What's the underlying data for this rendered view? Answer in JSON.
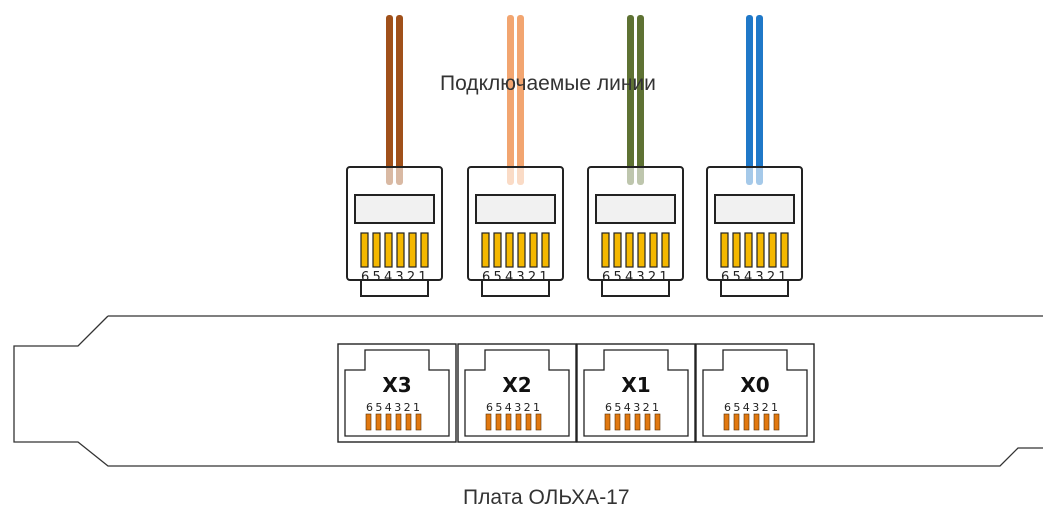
{
  "labels": {
    "lines_caption": "Подключаемые линии",
    "board_caption": "Плата ОЛЬХА-17"
  },
  "plugs": [
    {
      "color": "#a0501a",
      "pins": "654321"
    },
    {
      "color": "#f2a570",
      "pins": "654321"
    },
    {
      "color": "#5e7233",
      "pins": "654321"
    },
    {
      "color": "#1f78c8",
      "pins": "654321"
    }
  ],
  "jacks": [
    {
      "label": "X3",
      "pins": "654321"
    },
    {
      "label": "X2",
      "pins": "654321"
    },
    {
      "label": "X1",
      "pins": "654321"
    },
    {
      "label": "X0",
      "pins": "654321"
    }
  ],
  "colors": {
    "contact_gold": "#f5b800",
    "jack_contact": "#e07810",
    "outline": "#222222"
  }
}
